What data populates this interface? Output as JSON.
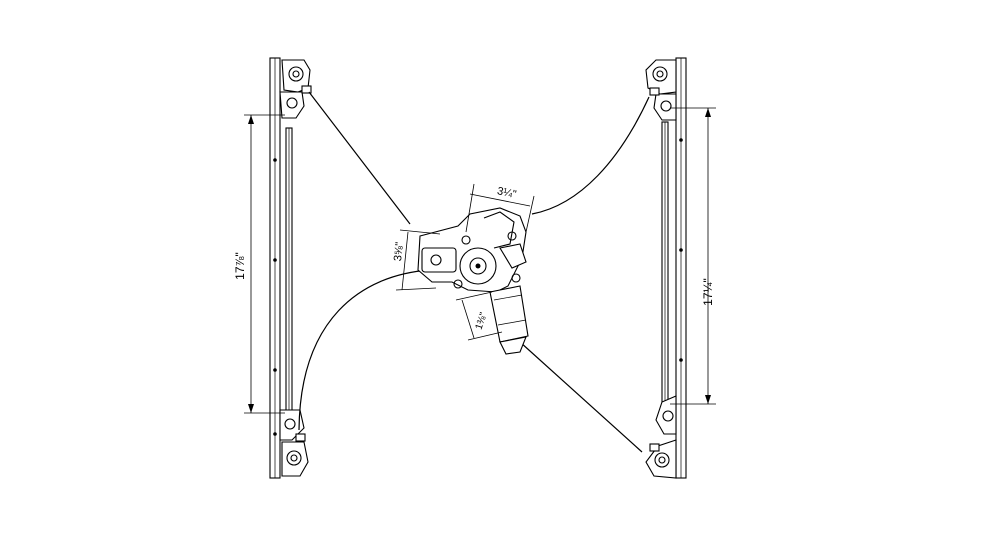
{
  "diagram": {
    "dimensions": {
      "left_rail_length": "17⅞\"",
      "right_rail_length": "17¼\"",
      "top_cable_span": "3¼\"",
      "mid_cable_span": "3⅝\"",
      "motor_offset": "1⅜\""
    }
  }
}
